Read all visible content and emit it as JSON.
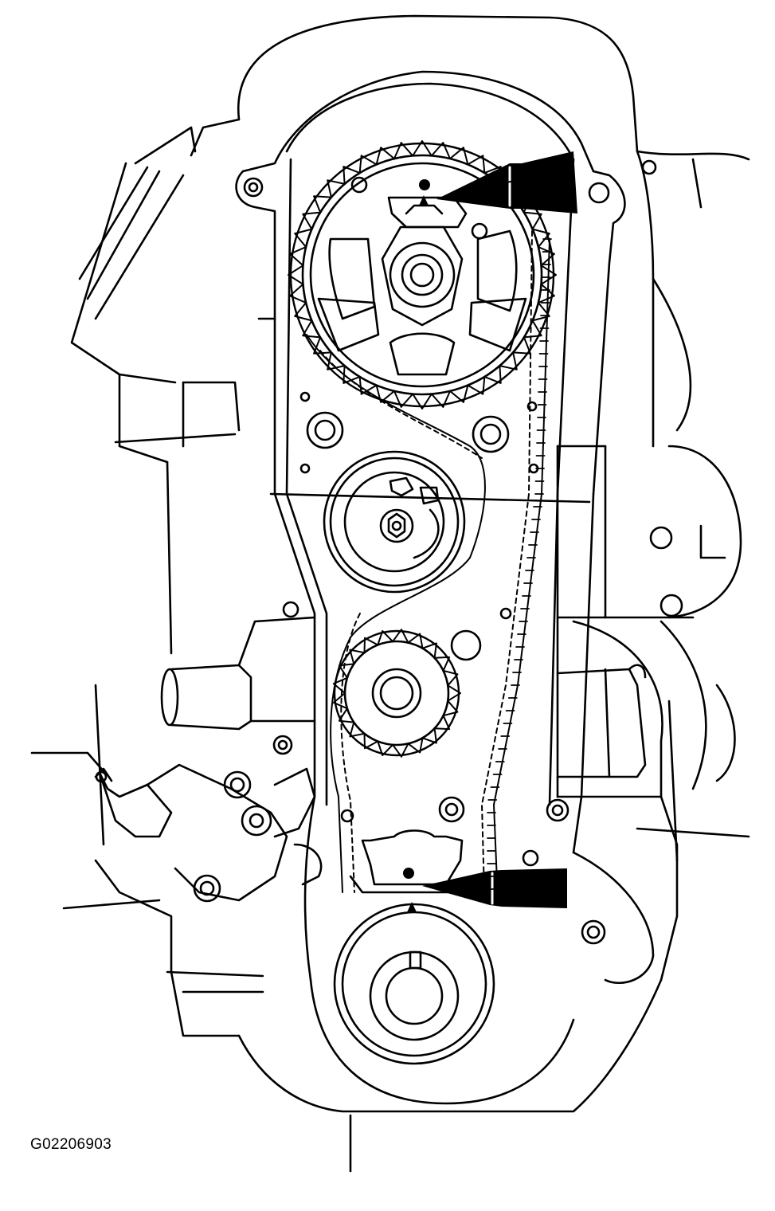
{
  "figure": {
    "code": "G02206903"
  },
  "colors": {
    "line": "#000000",
    "background": "#ffffff"
  },
  "components": {
    "camshaft_sprocket": {
      "teeth": 40,
      "icon": "timing-mark-dot"
    },
    "crankshaft_sprocket": {
      "teeth": 21,
      "icon": "timing-mark-dot"
    },
    "timing_arrows": [
      "camshaft-timing-mark-arrow",
      "crankshaft-timing-mark-arrow"
    ]
  }
}
